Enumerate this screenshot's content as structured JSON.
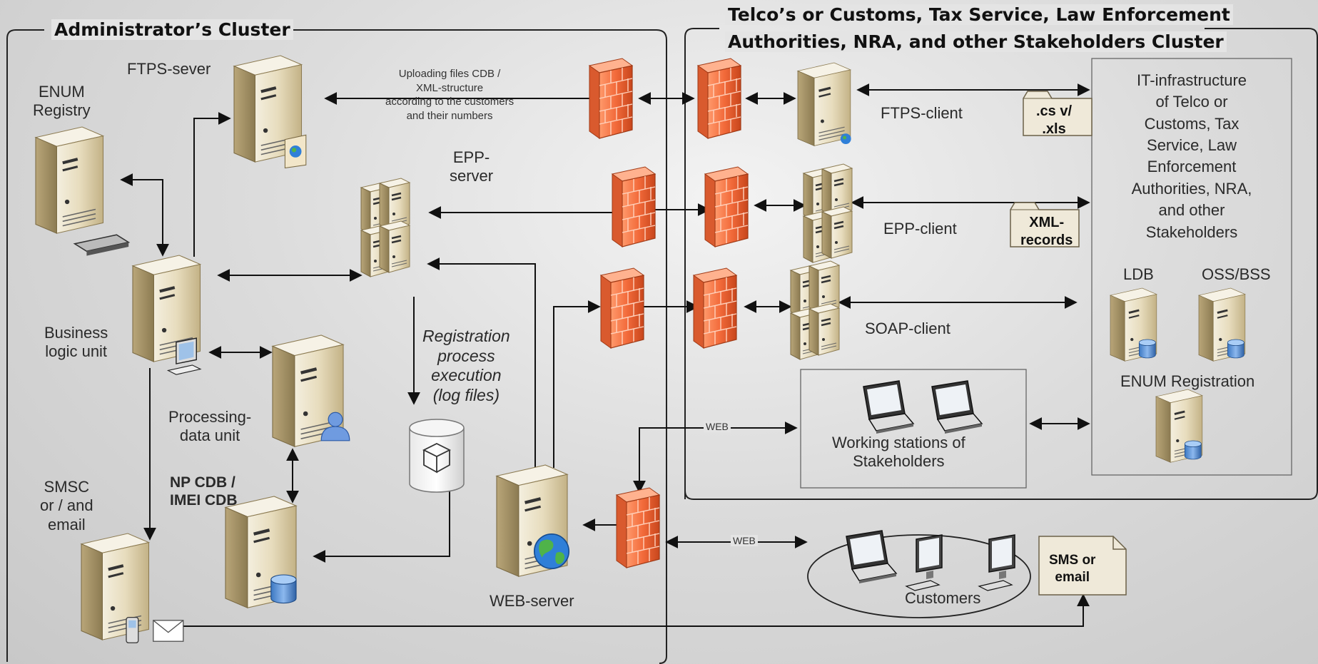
{
  "clusters": {
    "admin_title": "Administrator’s Cluster",
    "stakeholders_title_line1": "Telco’s or Customs, Tax Service, Law Enforcement",
    "stakeholders_title_line2": "Authorities, NRA, and other Stakeholders Cluster"
  },
  "admin": {
    "ftps_server": "FTPS-sever",
    "enum_registry_line1": "ENUM",
    "enum_registry_line2": "Registry",
    "epp_server_line1": "EPP-",
    "epp_server_line2": "server",
    "business_logic_line1": "Business",
    "business_logic_line2": "logic unit",
    "processing_line1": "Processing-",
    "processing_line2": "data unit",
    "smsc_line1": "SMSC",
    "smsc_line2": "or / and",
    "smsc_line3": "email",
    "np_cdb_line1": "NP CDB /",
    "np_cdb_line2": "IMEI CDB",
    "registration_line1": "Registration",
    "registration_line2": "process",
    "registration_line3": "execution",
    "registration_line4": "(log files)",
    "web_server": "WEB-server",
    "upload_note_line1": "Uploading files CDB /",
    "upload_note_line2": "XML-structure",
    "upload_note_line3": "according to the customers",
    "upload_note_line4": "and their numbers"
  },
  "stakeholders": {
    "ftps_client": "FTPS-client",
    "epp_client": "EPP-client",
    "soap_client": "SOAP-client",
    "csv_line1": ".cs v/",
    "csv_line2": ".xls",
    "xml_line1": "XML-",
    "xml_line2": "records",
    "it_infra_lines": [
      "IT-infrastructure",
      "of Telco or",
      "Customs, Tax",
      "Service, Law",
      "Enforcement",
      "Authorities, NRA,",
      "and other",
      "Stakeholders"
    ],
    "ldb": "LDB",
    "oss_bss": "OSS/BSS",
    "enum_registration": "ENUM Registration",
    "working_line1": "Working stations of",
    "working_line2": "Stakeholders",
    "web_label_1": "WEB"
  },
  "customers": {
    "label": "Customers",
    "web_label_2": "WEB",
    "sms_line1": "SMS or",
    "sms_line2": "email"
  },
  "colors": {
    "firewall": "#f06b3e",
    "server": "#d9cfb2",
    "frame": "#222222",
    "disk": "#4a88d0"
  }
}
